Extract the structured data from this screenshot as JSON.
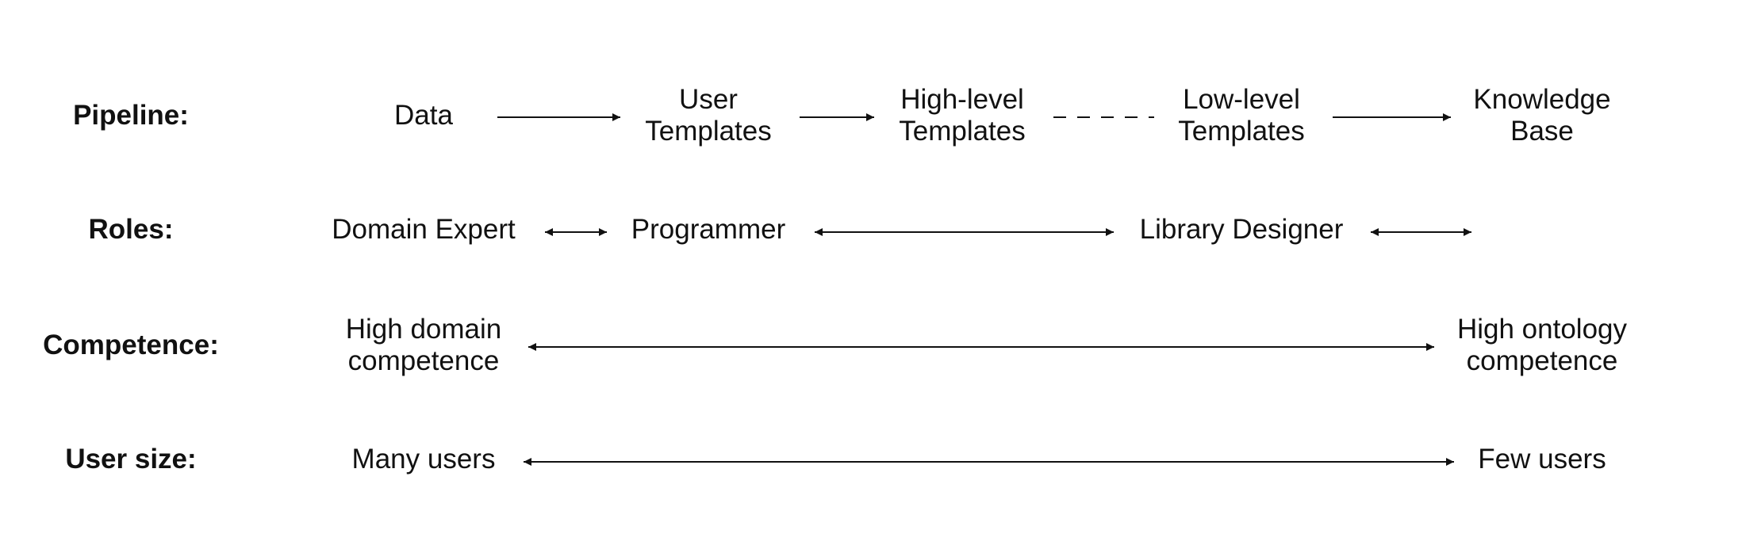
{
  "rows": {
    "pipeline": {
      "label": "Pipeline:",
      "items": [
        "Data",
        "User\nTemplates",
        "High-level\nTemplates",
        "Low-level\nTemplates",
        "Knowledge\nBase"
      ]
    },
    "roles": {
      "label": "Roles:",
      "items": [
        "Domain Expert",
        "Programmer",
        "Library Designer"
      ]
    },
    "competence": {
      "label": "Competence:",
      "left": "High domain\ncompetence",
      "right": "High ontology\ncompetence"
    },
    "user_size": {
      "label": "User size:",
      "left": "Many users",
      "right": "Few users"
    }
  },
  "colors": {
    "text": "#111111",
    "line": "#111111"
  }
}
